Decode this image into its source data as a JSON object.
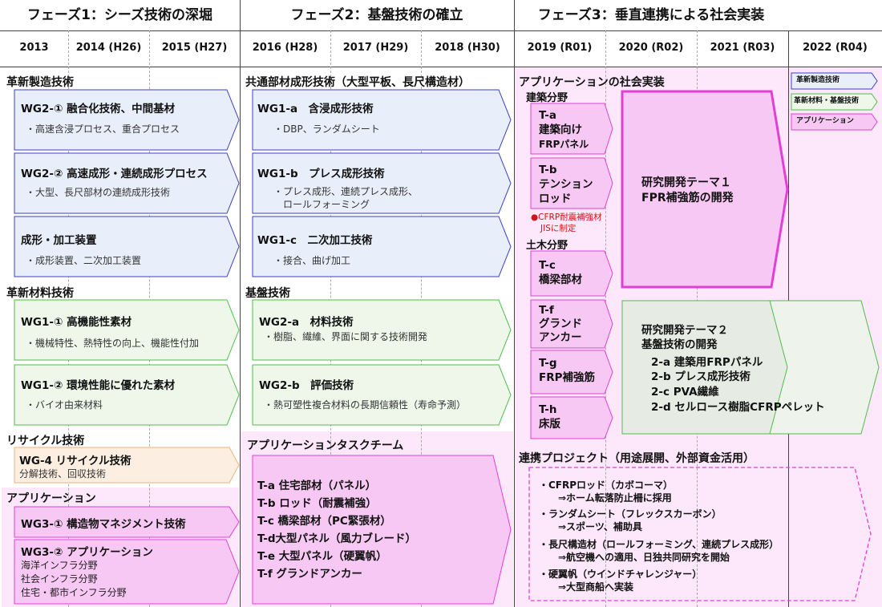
{
  "phases": [
    "フェーズ1：シーズ技術の深堀",
    "フェーズ2：基盤技術の確立",
    "フェーズ3：垂直連携による社会実装"
  ],
  "years": [
    "2013",
    "2014 (H26)",
    "2015 (H27)",
    "2016 (H28)",
    "2017 (H29)",
    "2018 (H30)",
    "2019 (R01)",
    "2020 (R02)",
    "2021 (R03)",
    "2022 (R04)"
  ],
  "col1": {
    "sec_manufacturing": "革新製造技術",
    "wg2_1_title": "WG2-① 融合化技術、中間基材",
    "wg2_1_desc": "・高速含浸プロセス、重合プロセス",
    "wg2_2_title": "WG2-② 高速成形・連続成形プロセス",
    "wg2_2_desc": "・大型、長尺部材の連続成形技術",
    "molding_title": "成形・加工装置",
    "molding_desc": "・成形装置、二次加工装置",
    "sec_materials": "革新材料技術",
    "wg1_1_title": "WG1-① 高機能性素材",
    "wg1_1_desc": "・機械特性、熱特性の向上、機能性付加",
    "wg1_2_title": "WG1-② 環境性能に優れた素材",
    "wg1_2_desc": "・バイオ由来材料",
    "sec_recycle": "リサイクル技術",
    "wg4_title": "WG-4 リサイクル技術",
    "wg4_desc": "分解技術、回収技術",
    "sec_application": "アプリケーション",
    "wg3_1_title": "WG3-① 構造物マネジメント技術",
    "wg3_2_title": "WG3-② アプリケーション",
    "wg3_2_lines": [
      "海洋インフラ分野",
      "社会インフラ分野",
      "住宅・都市インフラ分野"
    ]
  },
  "col2": {
    "sec_common": "共通部材成形技術（大型平板、長尺構造材）",
    "wg1a_title": "WG1-a　含浸成形技術",
    "wg1a_desc": "・DBP、ランダムシート",
    "wg1b_title": "WG1-b　プレス成形技術",
    "wg1b_desc": [
      "・プレス成形、連続プレス成形、",
      "　ロールフォーミング"
    ],
    "wg1c_title": "WG1-c　二次加工技術",
    "wg1c_desc": "・接合、曲げ加工",
    "sec_base": "基盤技術",
    "wg2a_title": "WG2-a　材料技術",
    "wg2a_desc": "・樹脂、繊維、界面に関する技術開発",
    "wg2b_title": "WG2-b　評価技術",
    "wg2b_desc": "・熱可塑性複合材料の長期信頼性（寿命予測）",
    "sec_taskteam": "アプリケーションタスクチーム",
    "task_lines": [
      "T-a 住宅部材（パネル）",
      "T-b ロッド（耐震補強）",
      "T-c 橋梁部材（PC緊張材）",
      "T-d大型パネル（風力ブレード）",
      "T-e 大型パネル（硬翼帆）",
      "T-f グランドアンカー"
    ]
  },
  "col3": {
    "sec_social": "アプリケーションの社会実装",
    "sec_building": "建築分野",
    "ta": [
      "T-a",
      "建築向け",
      "FRPパネル"
    ],
    "tb": [
      "T-b",
      "テンション",
      "ロッド"
    ],
    "red_note": [
      "●CFRP耐震補強材",
      "JISに制定"
    ],
    "sec_civil": "土木分野",
    "tc": [
      "T-c",
      "橋梁部材"
    ],
    "tf": [
      "T-f",
      "グランド",
      "アンカー"
    ],
    "tg": [
      "T-g",
      "FRP補強筋"
    ],
    "th": [
      "T-h",
      "床版"
    ],
    "theme1": [
      "研究開発テーマ１",
      "FPR補強筋の開発"
    ],
    "theme2_head": [
      "研究開発テーマ２",
      "基盤技術の開発"
    ],
    "theme2_items": [
      "2-a  建築用FRPパネル",
      "2-b  プレス成形技術",
      "2-c  PVA繊維",
      "2-d セルロース樹脂CFRPペレット"
    ],
    "sec_collab": "連携プロジェクト（用途展開、外部資金活用）",
    "collab_lines": [
      "・CFRPロッド（カボコーマ）",
      "⇒ホーム転落防止柵に採用",
      "・ランダムシート（フレックスカーボン）",
      "⇒スポーツ、補助具",
      "・長尺構造材（ロールフォーミング、連続プレス成形）",
      "⇒航空機への適用、日独共同研究を開始",
      "・硬翼帆（ウインドチャレンジャー）",
      "⇒大型商船へ実装"
    ]
  },
  "legend": {
    "manufacturing": "革新製造技術",
    "materials": "革新材料・基盤技術",
    "application": "アプリケーション"
  },
  "colors": {
    "blue_fill": "#e9effa",
    "blue_stroke": "#3b3fc9",
    "green_fill": "#eef7ea",
    "green_stroke": "#4fbf47",
    "orange_fill": "#fcefe2",
    "orange_stroke": "#f0b27a",
    "pink_fill": "#f7c8f3",
    "pink_stroke": "#e040d6",
    "pink_bg": "#fde7fb",
    "red": "#d0151b"
  }
}
